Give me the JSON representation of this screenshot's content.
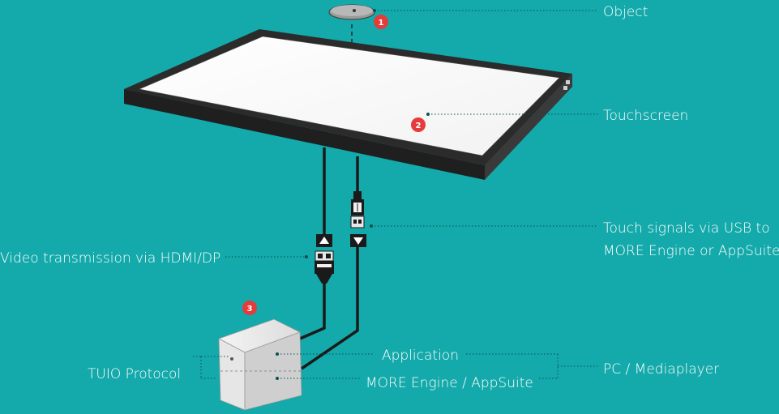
{
  "labels": {
    "object": "Object",
    "touchscreen": "Touchscreen",
    "touch_line1": "Touch signals via USB to",
    "touch_line2": "MORE Engine or AppSuite",
    "video": "Video transmission via HDMI/DP",
    "tuio": "TUIO Protocol",
    "application": "Application",
    "more_engine": "MORE Engine / AppSuite",
    "pc": "PC / Mediaplayer"
  },
  "badges": [
    "1",
    "2",
    "3"
  ],
  "colors": {
    "background": "#14a9aa",
    "badge": "#e63b3b",
    "cable": "#1a1a1a",
    "screen_frame": "#2b2b2b",
    "screen_surface": "#ffffff",
    "leader": "#0d4f50"
  },
  "icons": {
    "arrow_up": "arrow-up-icon",
    "arrow_down": "arrow-down-icon",
    "hdmi": "hdmi-connector-icon",
    "usb": "usb-connector-icon"
  }
}
